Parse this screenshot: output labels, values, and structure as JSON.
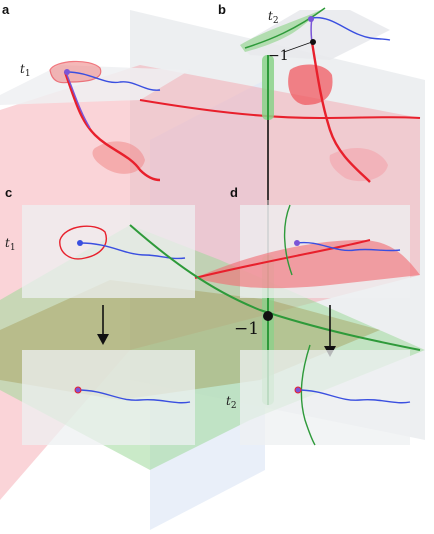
{
  "panels": {
    "a": {
      "letter": "a",
      "time_label": "t",
      "time_sub": "1"
    },
    "b": {
      "letter": "b",
      "time_label": "t",
      "time_sub": "2",
      "value_label": "−1"
    },
    "c": {
      "letter": "c",
      "time_label": "t",
      "time_sub": "1"
    },
    "d": {
      "letter": "d",
      "time_label": "t",
      "time_sub": "2",
      "value_label": "−1"
    }
  },
  "colors": {
    "red_surface": "#f4a0a8",
    "red_curve": "#e8202c",
    "green_surface": "#9fd89b",
    "green_curve": "#2e9a3a",
    "blue_curve": "#3a4fe0",
    "grey_plane": "#e7e9ec",
    "blue_plane": "#dfe8f7",
    "point_fill": "#7a55d8"
  }
}
